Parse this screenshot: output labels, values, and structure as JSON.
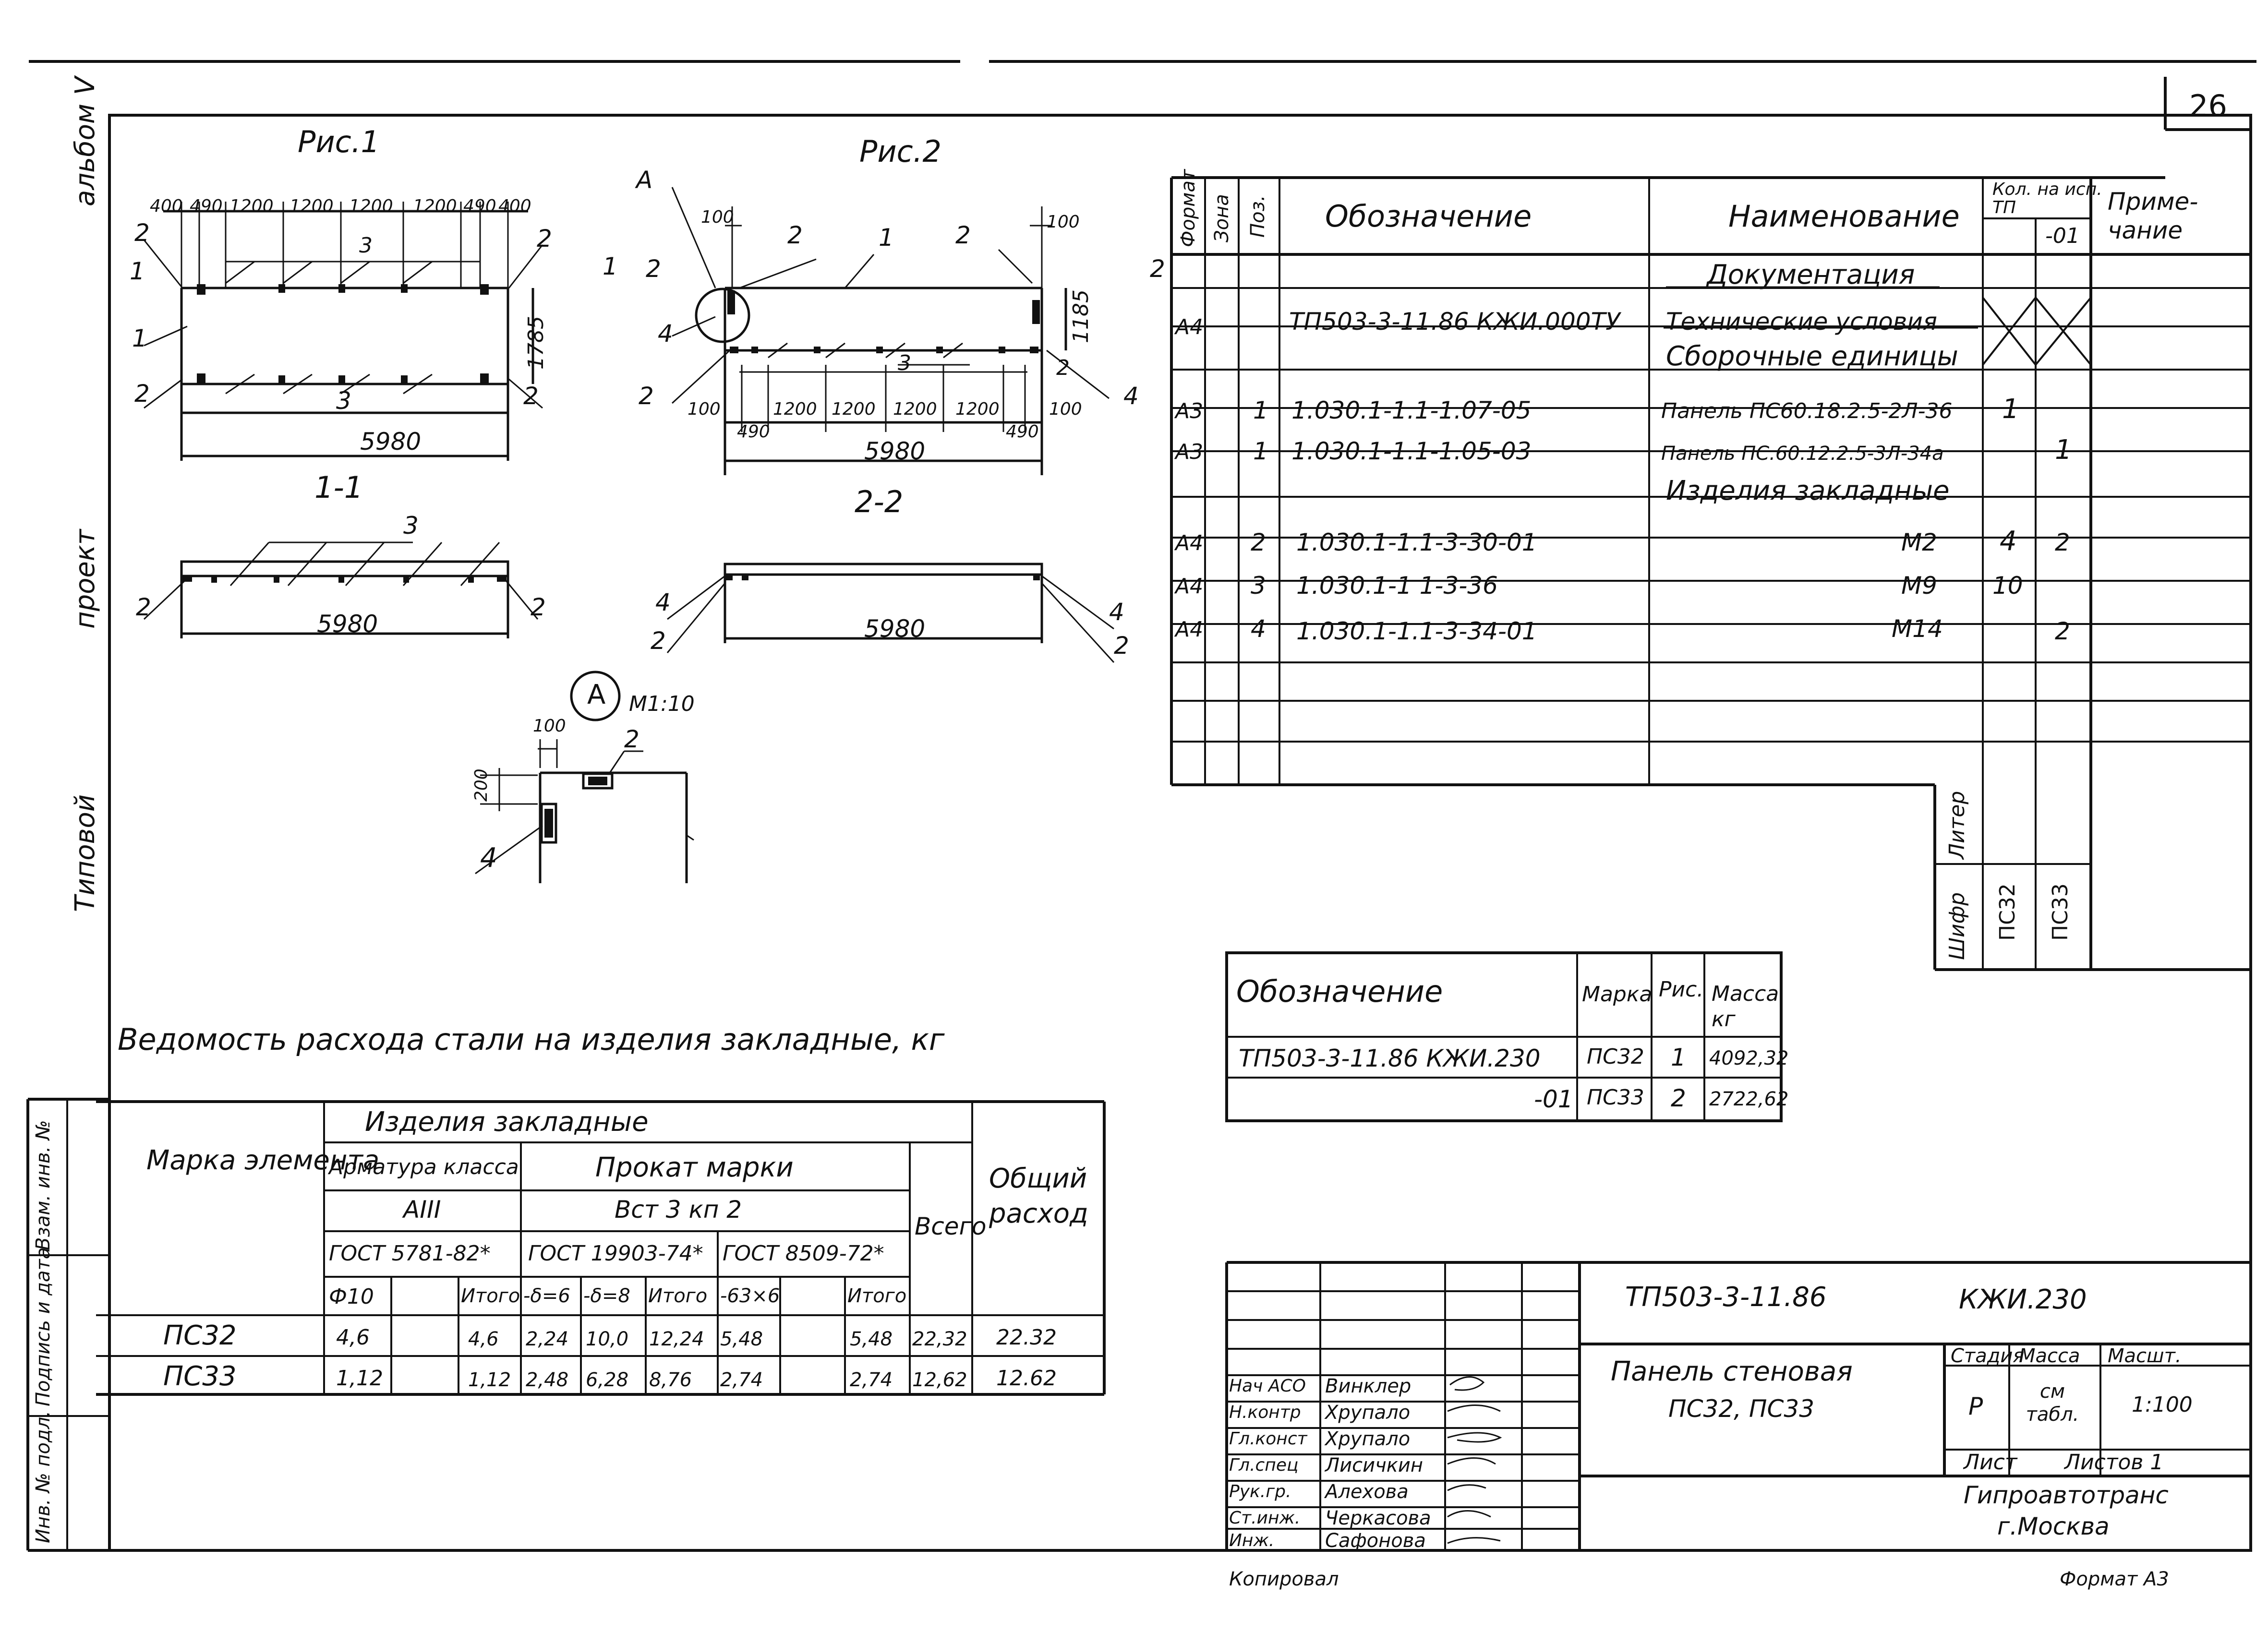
{
  "page_number": "26",
  "side_labels": {
    "album": "альбом",
    "album_num": "V",
    "project": "проект",
    "typical": "Типовой"
  },
  "stamp_column": [
    "Инв. № подл.",
    "Подпись и дата",
    "Взам. инв. №"
  ],
  "figures": {
    "fig1_title": "Рис.1",
    "fig2_title": "Рис.2",
    "fig1_dims_top": [
      "400",
      "490",
      "1200",
      "1200",
      "1200",
      "1200",
      "490",
      "400"
    ],
    "fig1_length": "5980",
    "fig1_height": "1785",
    "fig1_section": "1-1",
    "fig2_dims_bottom": [
      "100",
      "490",
      "1200",
      "1200",
      "1200",
      "1200",
      "490",
      "100"
    ],
    "fig2_top_dim": "100",
    "fig2_length": "5980",
    "fig2_height": "1185",
    "fig2_section": "2-2",
    "callout_label": "A",
    "detail_label": "A",
    "detail_scale": "М1:10",
    "detail_dim_100": "100",
    "detail_dim_200": "200",
    "pos": {
      "p1": "1",
      "p2": "2",
      "p3": "3",
      "p4": "4"
    },
    "cut_1": "1",
    "cut_2": "2"
  },
  "spec_table": {
    "headers": {
      "format": "Формат",
      "zone": "Зона",
      "pos": "Поз.",
      "designation": "Обозначение",
      "name": "Наименование",
      "qty": "Кол. на исп.",
      "qty_sub1": "ТП",
      "qty_sub2": "-01",
      "note": "Приме-чание"
    },
    "section_docs": "Документация",
    "section_assemblies": "Сборочные единицы",
    "section_embedded": "Изделия закладные",
    "rows": [
      {
        "format": "А4",
        "pos": "",
        "designation": "ТП503-3-11.86  КЖИ.000ТУ",
        "name": "Технические условия",
        "q1": "X",
        "q2": "X"
      },
      {
        "format": "А3",
        "pos": "1",
        "designation": "1.030.1-1.1-1.07-05",
        "name": "Панель ПС60.18.2.5-2Л-36",
        "q1": "1",
        "q2": ""
      },
      {
        "format": "А3",
        "pos": "1",
        "designation": "1.030.1-1.1-1.05-03",
        "name": "Панель ПС.60.12.2.5-3Л-34а",
        "q1": "",
        "q2": "1"
      },
      {
        "format": "А4",
        "pos": "2",
        "designation": "1.030.1-1.1-3-30-01",
        "name": "М2",
        "q1": "4",
        "q2": "2"
      },
      {
        "format": "А4",
        "pos": "3",
        "designation": "1.030.1-1 1-3-36",
        "name": "М9",
        "q1": "10",
        "q2": ""
      },
      {
        "format": "А4",
        "pos": "4",
        "designation": "1.030.1-1.1-3-34-01",
        "name": "М14",
        "q1": "",
        "q2": "2"
      }
    ],
    "liter": "Литер",
    "cipher": "Шифр",
    "cipher_a": "ПС32",
    "cipher_b": "ПС33"
  },
  "mass_table": {
    "headers": {
      "designation": "Обозначение",
      "mark": "Марка",
      "fig": "Рис.",
      "mass": "Масса кг"
    },
    "rows": [
      {
        "designation": "ТП503-3-11.86 КЖИ.230",
        "mark": "ПС32",
        "fig": "1",
        "mass": "4092,32"
      },
      {
        "designation": "-01",
        "mark": "ПС33",
        "fig": "2",
        "mass": "2722,62"
      }
    ]
  },
  "steel_statement": {
    "title": "Ведомость расхода стали на  изделия закладные, кг",
    "h_element": "Марка элемента",
    "h_items": "Изделия      закладные",
    "h_rebar": "Арматура класса",
    "h_rebar_class": "АIII",
    "h_rebar_gost": "ГОСТ 5781-82*",
    "h_rolled": "Прокат  марки",
    "h_rolled_grade": "Вст 3 кп 2",
    "h_gost1": "ГОСТ 19903-74*",
    "h_gost2": "ГОСТ 8509-72*",
    "h_total": "Всего",
    "h_general": "Общий расход",
    "sub": [
      "Ф10",
      "",
      "Итого",
      "-δ=6",
      "-δ=8",
      "Итого",
      "-63×6",
      "",
      "Итого"
    ],
    "rows": [
      {
        "mark": "ПС32",
        "v": [
          "4,6",
          "",
          "4,6",
          "2,24",
          "10,0",
          "12,24",
          "5,48",
          "",
          "5,48"
        ],
        "total": "22,32",
        "general": "22.32"
      },
      {
        "mark": "ПС33",
        "v": [
          "1,12",
          "",
          "1,12",
          "2,48",
          "6,28",
          "8,76",
          "2,74",
          "",
          "2,74"
        ],
        "total": "12,62",
        "general": "12.62"
      }
    ]
  },
  "title_block": {
    "code": "ТП503-3-11.86",
    "sheet_code": "КЖИ.230",
    "name_line1": "Панель стеновая",
    "name_line2": "ПС32, ПС33",
    "stage_h": "Стадия",
    "mass_h": "Масса",
    "scale_h": "Масшт.",
    "stage": "Р",
    "mass": "см табл.",
    "scale": "1:100",
    "sheet_h": "Лист",
    "sheets_h": "Листов 1",
    "org1": "Гипроавтотранс",
    "org2": "г.Москва",
    "people": [
      {
        "role": "Нач АСО",
        "name": "Винклер"
      },
      {
        "role": "Н.контр",
        "name": "Хрупало"
      },
      {
        "role": "Гл.конст",
        "name": "Хрупало"
      },
      {
        "role": "Гл.спец",
        "name": "Лисичкин"
      },
      {
        "role": "Рук.гр.",
        "name": "Алехова"
      },
      {
        "role": "Ст.инж.",
        "name": "Черкасова"
      },
      {
        "role": "Инж.",
        "name": "Сафонова"
      }
    ]
  },
  "footer": {
    "copied": "Копировал",
    "format": "Формат А3"
  }
}
